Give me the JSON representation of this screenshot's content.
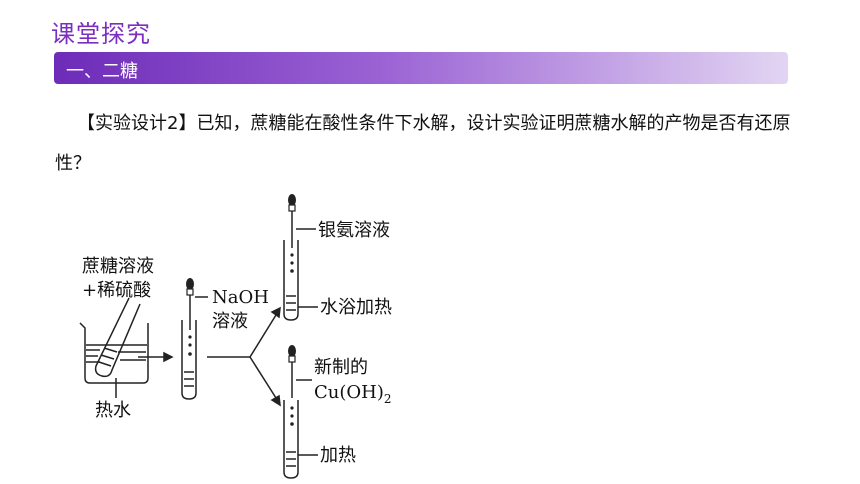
{
  "header": {
    "title": "课堂探究"
  },
  "section": {
    "label": "一、二糖"
  },
  "question": {
    "text": "【实验设计2】已知，蔗糖能在酸性条件下水解，设计实验证明蔗糖水解的产物是否有还原性？"
  },
  "diagram": {
    "label_sucrose": "蔗糖溶液",
    "label_acid": "+稀硫酸",
    "label_hot_water": "热水",
    "label_naoh": "NaOH",
    "label_naoh_solution": "溶液",
    "label_silver_ammonia": "银氨溶液",
    "label_water_bath": "水浴加热",
    "label_fresh_made": "新制的",
    "label_cuoh": "Cu(OH)",
    "label_cuoh_sub": "2",
    "label_heat": "加热"
  }
}
